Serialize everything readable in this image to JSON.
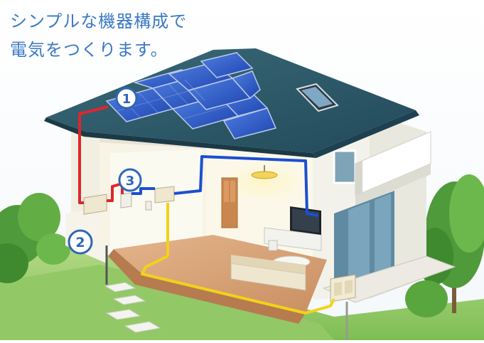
{
  "caption": {
    "line1": "シンプルな機器構成で",
    "line2": "電気をつくります。"
  },
  "markers": [
    {
      "label": "1"
    },
    {
      "label": "2"
    },
    {
      "label": "3"
    }
  ],
  "colors": {
    "caption": "#3a78c6",
    "marker_ring": "#2f66b8",
    "wire_red": "#e0262c",
    "wire_blue": "#1a4fd0",
    "wire_yellow": "#f2d21a",
    "roof": "#2d5563",
    "solar_panel": "#2a56c8",
    "lawn": "#8cc466",
    "floor": "#d8a47a"
  }
}
